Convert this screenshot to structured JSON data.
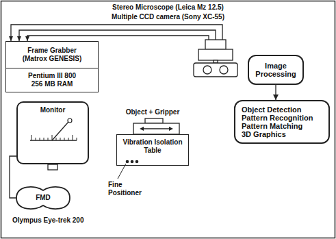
{
  "diagram": {
    "nodes": [
      {
        "text": [
          "Frame Grabber",
          "(Matrox GENESIS)"
        ]
      },
      {
        "text": [
          "Pentium III 800",
          "256 MB RAM"
        ]
      },
      {
        "text": [
          "Monitor"
        ]
      },
      {
        "text": [
          "FMD"
        ]
      },
      {
        "text": [
          "Vibration Isolation Table"
        ]
      },
      {
        "text": [
          "Image Processing"
        ]
      },
      {
        "text": [
          "Object Detection",
          "Pattern Recognition",
          "Pattern Matching",
          "3D Graphics"
        ]
      }
    ],
    "edges": [
      {
        "from": 2,
        "to": 3,
        "arrow": "none"
      },
      {
        "from": 5,
        "to": 6,
        "arrow": "to"
      }
    ],
    "labels": [
      "Stereo Microscope (Leica Mz 12.5)",
      "Multiple CCD camera (Sony XC-55)",
      "Object + Gripper",
      "Fine Positioner",
      "Olympus Eye-trek 200"
    ]
  }
}
